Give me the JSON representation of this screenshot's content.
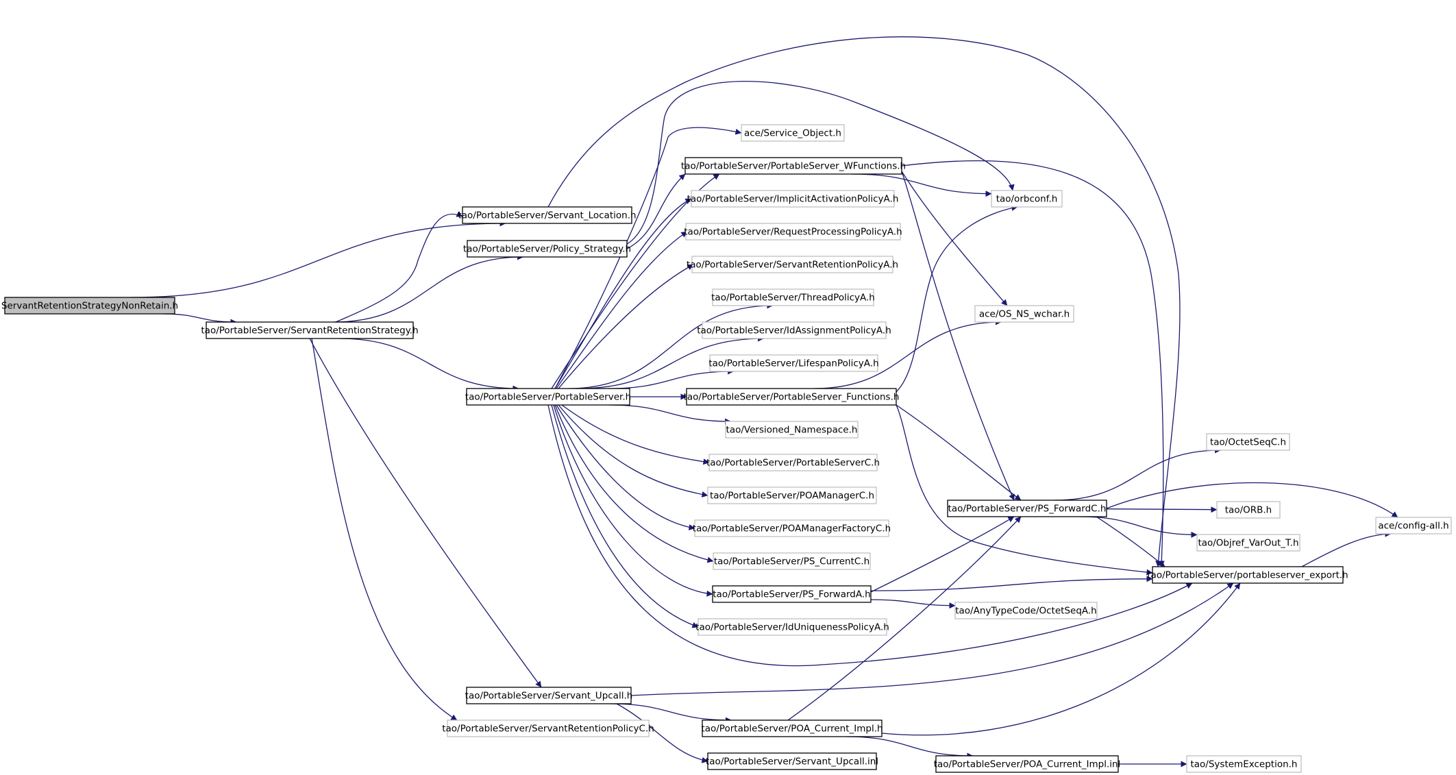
{
  "nodes": [
    {
      "id": "root",
      "label": "ServantRetentionStrategyNonRetain.h",
      "style": "root"
    },
    {
      "id": "srs",
      "label": "tao/PortableServer/ServantRetentionStrategy.h",
      "style": "solid"
    },
    {
      "id": "sloc",
      "label": "tao/PortableServer/Servant_Location.h",
      "style": "solid"
    },
    {
      "id": "pstrat",
      "label": "tao/PortableServer/Policy_Strategy.h",
      "style": "solid"
    },
    {
      "id": "ps",
      "label": "tao/PortableServer/PortableServer.h",
      "style": "solid"
    },
    {
      "id": "supcall",
      "label": "tao/PortableServer/Servant_Upcall.h",
      "style": "solid"
    },
    {
      "id": "srpc",
      "label": "tao/PortableServer/ServantRetentionPolicyC.h",
      "style": "faint"
    },
    {
      "id": "svcobj",
      "label": "ace/Service_Object.h",
      "style": "faint"
    },
    {
      "id": "wfun",
      "label": "tao/PortableServer/PortableServer_WFunctions.h",
      "style": "solid"
    },
    {
      "id": "iapa",
      "label": "tao/PortableServer/ImplicitActivationPolicyA.h",
      "style": "faint"
    },
    {
      "id": "rppa",
      "label": "tao/PortableServer/RequestProcessingPolicyA.h",
      "style": "faint"
    },
    {
      "id": "srpa",
      "label": "tao/PortableServer/ServantRetentionPolicyA.h",
      "style": "faint"
    },
    {
      "id": "tpa",
      "label": "tao/PortableServer/ThreadPolicyA.h",
      "style": "faint"
    },
    {
      "id": "idapa",
      "label": "tao/PortableServer/IdAssignmentPolicyA.h",
      "style": "faint"
    },
    {
      "id": "lpa",
      "label": "tao/PortableServer/LifespanPolicyA.h",
      "style": "faint"
    },
    {
      "id": "fun",
      "label": "tao/PortableServer/PortableServer_Functions.h",
      "style": "solid"
    },
    {
      "id": "vns",
      "label": "tao/Versioned_Namespace.h",
      "style": "faint"
    },
    {
      "id": "psc",
      "label": "tao/PortableServer/PortableServerC.h",
      "style": "faint"
    },
    {
      "id": "pmc",
      "label": "tao/PortableServer/POAManagerC.h",
      "style": "faint"
    },
    {
      "id": "pmfc",
      "label": "tao/PortableServer/POAManagerFactoryC.h",
      "style": "faint"
    },
    {
      "id": "pscur",
      "label": "tao/PortableServer/PS_CurrentC.h",
      "style": "faint"
    },
    {
      "id": "psfa",
      "label": "tao/PortableServer/PS_ForwardA.h",
      "style": "solid"
    },
    {
      "id": "idupa",
      "label": "tao/PortableServer/IdUniquenessPolicyA.h",
      "style": "faint"
    },
    {
      "id": "pci",
      "label": "tao/PortableServer/POA_Current_Impl.h",
      "style": "solid"
    },
    {
      "id": "supinl",
      "label": "tao/PortableServer/Servant_Upcall.inl",
      "style": "solid"
    },
    {
      "id": "pciinl",
      "label": "tao/PortableServer/POA_Current_Impl.inl",
      "style": "solid"
    },
    {
      "id": "orbconf",
      "label": "tao/orbconf.h",
      "style": "faint"
    },
    {
      "id": "nswchar",
      "label": "ace/OS_NS_wchar.h",
      "style": "faint"
    },
    {
      "id": "psfc",
      "label": "tao/PortableServer/PS_ForwardC.h",
      "style": "solid"
    },
    {
      "id": "octc",
      "label": "tao/OctetSeqC.h",
      "style": "faint"
    },
    {
      "id": "orb",
      "label": "tao/ORB.h",
      "style": "faint"
    },
    {
      "id": "objref",
      "label": "tao/Objref_VarOut_T.h",
      "style": "faint"
    },
    {
      "id": "export",
      "label": "tao/PortableServer/portableserver_export.h",
      "style": "solid"
    },
    {
      "id": "cfgall",
      "label": "ace/config-all.h",
      "style": "faint"
    },
    {
      "id": "anyoct",
      "label": "tao/AnyTypeCode/OctetSeqA.h",
      "style": "faint"
    },
    {
      "id": "sysex",
      "label": "tao/SystemException.h",
      "style": "faint"
    }
  ],
  "edges": [
    [
      "root",
      "sloc"
    ],
    [
      "root",
      "srs"
    ],
    [
      "srs",
      "sloc"
    ],
    [
      "srs",
      "pstrat"
    ],
    [
      "srs",
      "ps"
    ],
    [
      "srs",
      "supcall"
    ],
    [
      "srs",
      "srpc"
    ],
    [
      "sloc",
      "export"
    ],
    [
      "pstrat",
      "wfun"
    ],
    [
      "pstrat",
      "orbconf"
    ],
    [
      "ps",
      "svcobj"
    ],
    [
      "ps",
      "wfun"
    ],
    [
      "ps",
      "iapa"
    ],
    [
      "ps",
      "rppa"
    ],
    [
      "ps",
      "srpa"
    ],
    [
      "ps",
      "tpa"
    ],
    [
      "ps",
      "idapa"
    ],
    [
      "ps",
      "lpa"
    ],
    [
      "ps",
      "fun"
    ],
    [
      "ps",
      "vns"
    ],
    [
      "ps",
      "psc"
    ],
    [
      "ps",
      "pmc"
    ],
    [
      "ps",
      "pmfc"
    ],
    [
      "ps",
      "pscur"
    ],
    [
      "ps",
      "psfa"
    ],
    [
      "ps",
      "idupa"
    ],
    [
      "ps",
      "export"
    ],
    [
      "wfun",
      "orbconf"
    ],
    [
      "wfun",
      "nswchar"
    ],
    [
      "wfun",
      "psfc"
    ],
    [
      "wfun",
      "export"
    ],
    [
      "fun",
      "orbconf"
    ],
    [
      "fun",
      "nswchar"
    ],
    [
      "fun",
      "psfc"
    ],
    [
      "fun",
      "export"
    ],
    [
      "psfa",
      "psfc"
    ],
    [
      "psfa",
      "export"
    ],
    [
      "psfa",
      "anyoct"
    ],
    [
      "psfc",
      "octc"
    ],
    [
      "psfc",
      "orb"
    ],
    [
      "psfc",
      "objref"
    ],
    [
      "psfc",
      "cfgall"
    ],
    [
      "psfc",
      "export"
    ],
    [
      "export",
      "cfgall"
    ],
    [
      "supcall",
      "export"
    ],
    [
      "supcall",
      "pci"
    ],
    [
      "supcall",
      "supinl"
    ],
    [
      "pci",
      "psfc"
    ],
    [
      "pci",
      "export"
    ],
    [
      "pci",
      "pciinl"
    ],
    [
      "pciinl",
      "sysex"
    ]
  ]
}
